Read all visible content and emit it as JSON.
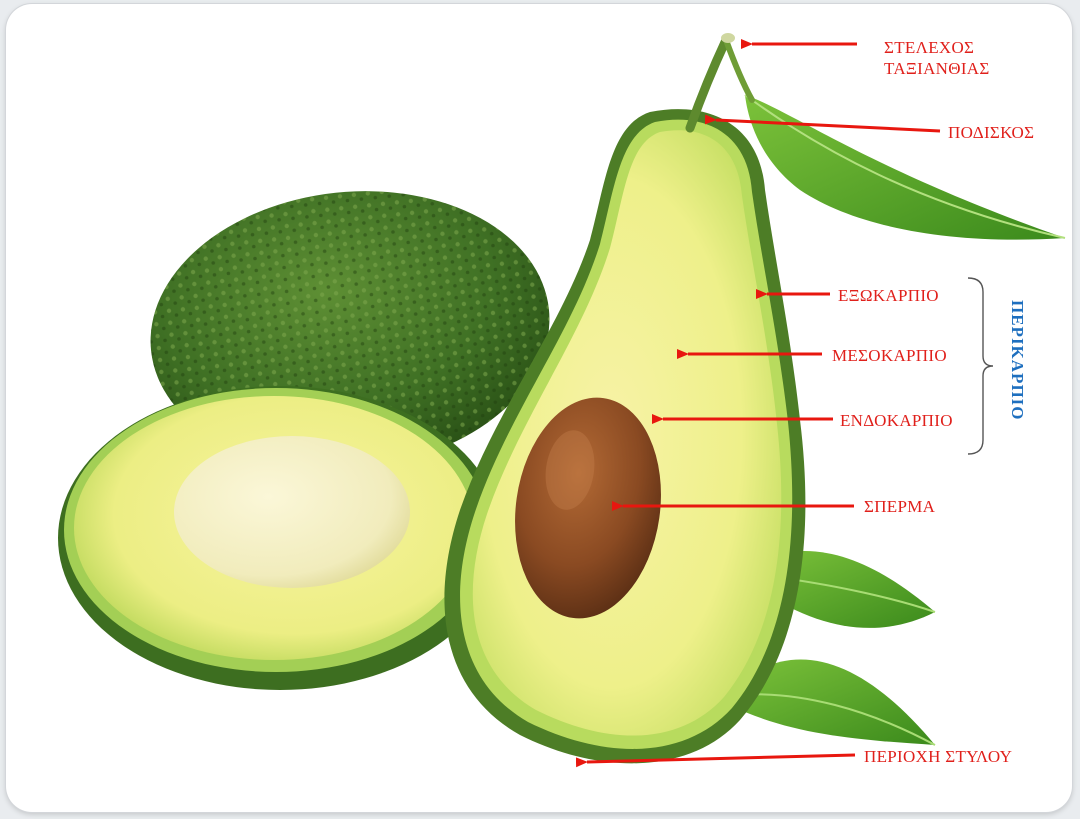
{
  "labels": {
    "stem": [
      "ΣΤΕΛΕΧΟΣ",
      "ΤΑΞΙΑΝΘΙΑΣ"
    ],
    "pedicel": "ΠΟΔΙΣΚΟΣ",
    "exocarp": "ΕΞΩΚΑΡΠΙΟ",
    "mesocarp": "ΜΕΣΟΚΑΡΠΙΟ",
    "endocarp": "ΕΝΔΟΚΑΡΠΙΟ",
    "seed": "ΣΠΕΡΜΑ",
    "style_region": "ΠΕΡΙΟΧΗ ΣΤΥΛΟΥ",
    "pericarp": "ΠΕΡΙΚΑΡΠΙΟ"
  },
  "colors": {
    "label_red": "#e0201b",
    "arrow_red": "#e8170f",
    "pericarp_blue": "#1e6fbf",
    "skin_dark_green": "#3a6b1f",
    "flesh_yellow": "#f3f08a",
    "seed_brown": "#8a4a22"
  }
}
